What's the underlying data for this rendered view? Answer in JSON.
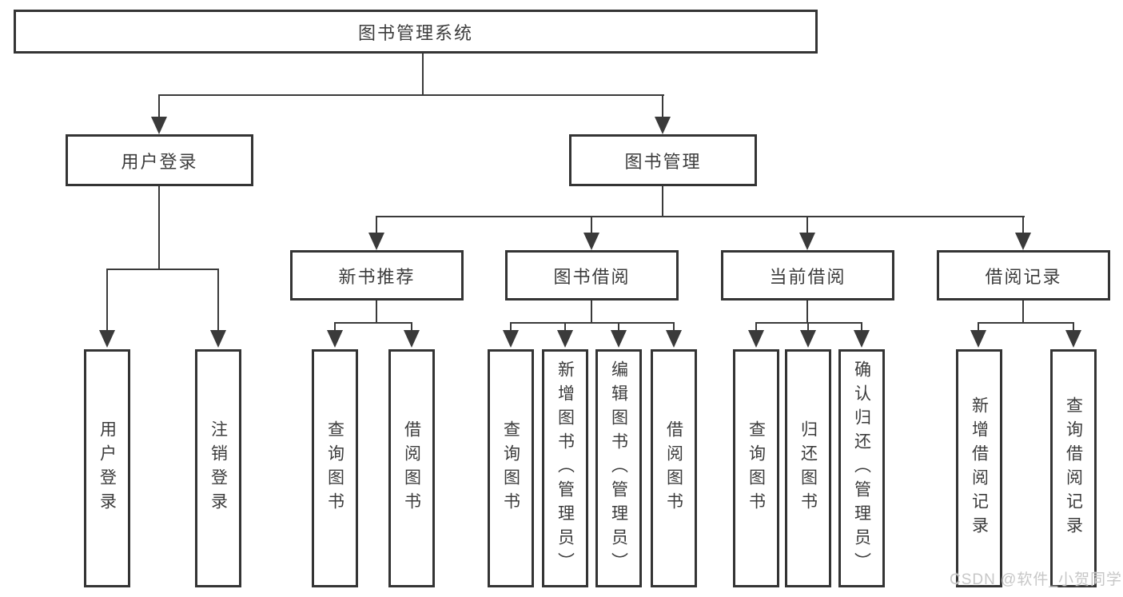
{
  "nodes": {
    "root": "图书管理系统",
    "user_login": "用户登录",
    "book_management": "图书管理",
    "new_book_recommend": "新书推荐",
    "book_borrowing": "图书借阅",
    "current_borrowing": "当前借阅",
    "borrowing_records": "借阅记录",
    "leaf_user_login": "用户登录",
    "leaf_logout": "注销登录",
    "leaf_rec_query_books": "查询图书",
    "leaf_rec_borrow_books": "借阅图书",
    "leaf_bor_query_books": "查询图书",
    "leaf_bor_add_books": "新增图书（管理员）",
    "leaf_bor_edit_books": "编辑图书（管理员）",
    "leaf_bor_borrow_books": "借阅图书",
    "leaf_cur_query_books": "查询图书",
    "leaf_cur_return_books": "归还图书",
    "leaf_cur_confirm_return": "确认归还（管理员）",
    "leaf_rcd_add_record": "新增借阅记录",
    "leaf_rcd_query_record": "查询借阅记录"
  },
  "hierarchy": {
    "图书管理系统": {
      "用户登录": [
        "用户登录",
        "注销登录"
      ],
      "图书管理": {
        "新书推荐": [
          "查询图书",
          "借阅图书"
        ],
        "图书借阅": [
          "查询图书",
          "新增图书（管理员）",
          "编辑图书（管理员）",
          "借阅图书"
        ],
        "当前借阅": [
          "查询图书",
          "归还图书",
          "确认归还（管理员）"
        ],
        "借阅记录": [
          "新增借阅记录",
          "查询借阅记录"
        ]
      }
    }
  },
  "watermark": "CSDN @软件_小贺同学",
  "colors": {
    "line": "#3a3a3a",
    "box_border": "#343434",
    "text": "#3c3c3c",
    "watermark": "#c7c7c7",
    "background": "#ffffff"
  }
}
